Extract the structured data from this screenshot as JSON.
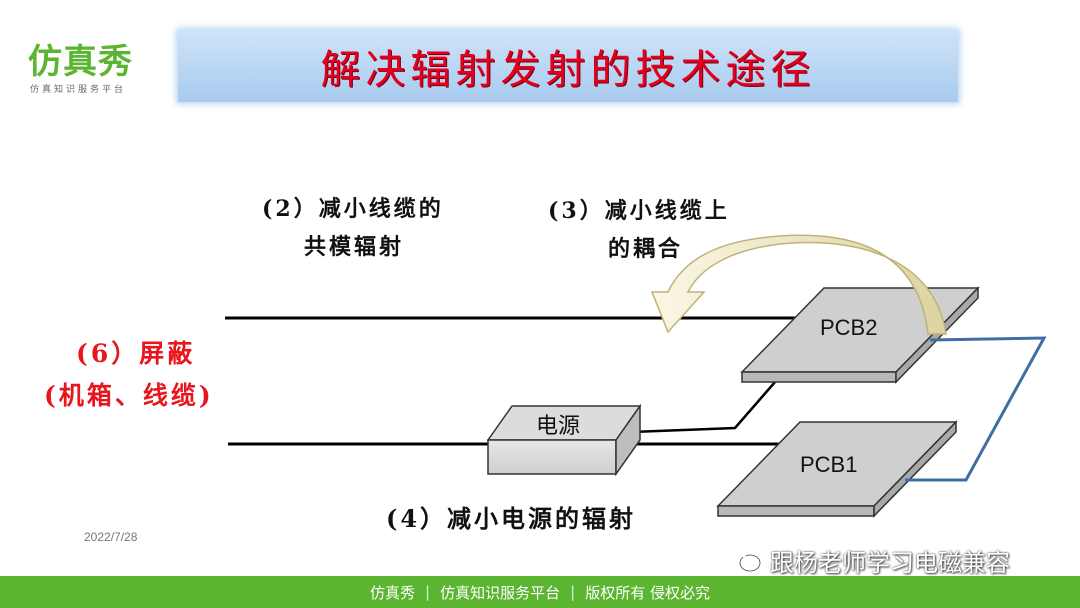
{
  "logo": {
    "main": "仿真秀",
    "sub": "仿真知识服务平台"
  },
  "title": "解决辐射发射的技术途径",
  "labels": {
    "common_mode": [
      "(2）减小线缆的",
      "共模辐射"
    ],
    "coupling": [
      "(3）减小线缆上",
      "的耦合"
    ],
    "shield": [
      "(6）屏蔽",
      "(机箱、线缆)"
    ],
    "power": "(4）减小电源的辐射"
  },
  "boxes": {
    "power_supply": "电源",
    "pcb1": "PCB1",
    "pcb2": "PCB2"
  },
  "date": "2022/7/28",
  "watermark": "跟杨老师学习电磁兼容",
  "footer": {
    "item1": "仿真秀",
    "item2": "仿真知识服务平台",
    "item3": "版权所有 侵权必究"
  },
  "colors": {
    "brand_green": "#5cb531",
    "title_red": "#e3001f",
    "label_red": "#e8141e",
    "cable_blue": "#3f6ea3",
    "arrow_fill": "#f4efd0"
  }
}
